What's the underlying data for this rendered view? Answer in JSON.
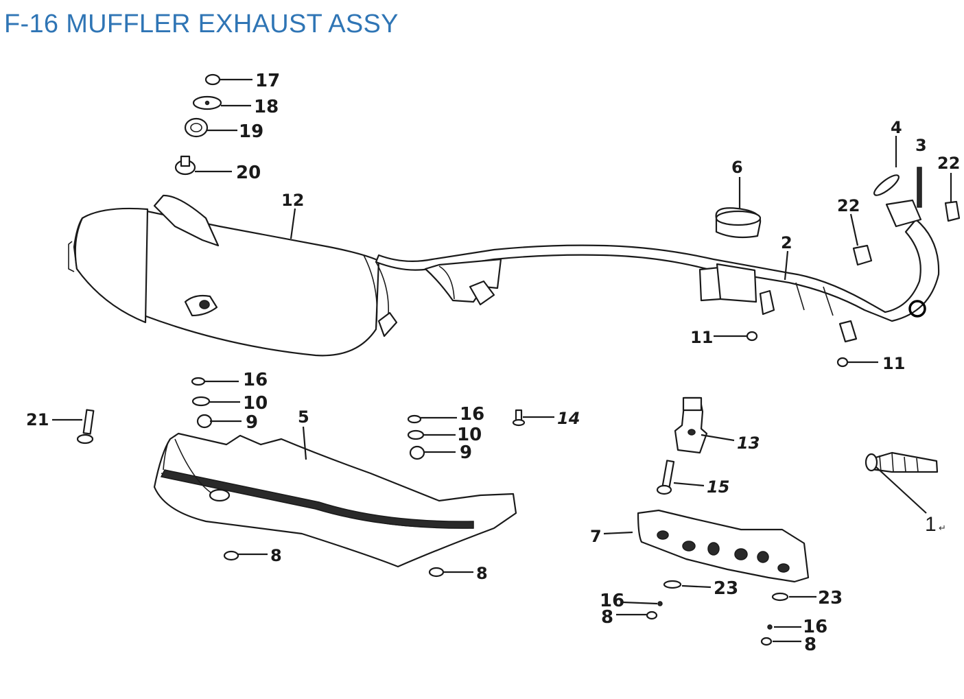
{
  "title": "F-16 MUFFLER EXHAUST ASSY",
  "callouts": {
    "p1": "1",
    "p2": "2",
    "p3": "3",
    "p4": "4",
    "p5": "5",
    "p6": "6",
    "p7": "7",
    "p8a": "8",
    "p8b": "8",
    "p8c": "8",
    "p8d": "8",
    "p9a": "9",
    "p9b": "9",
    "p10a": "10",
    "p10b": "10",
    "p11a": "11",
    "p11b": "11",
    "p12": "12",
    "p13": "13",
    "p14": "14",
    "p15": "15",
    "p16a": "16",
    "p16b": "16",
    "p16c": "16",
    "p16d": "16",
    "p17": "17",
    "p18": "18",
    "p19": "19",
    "p20": "20",
    "p21": "21",
    "p22a": "22",
    "p22b": "22",
    "p23a": "23",
    "p23b": "23"
  },
  "return_mark": "↵"
}
